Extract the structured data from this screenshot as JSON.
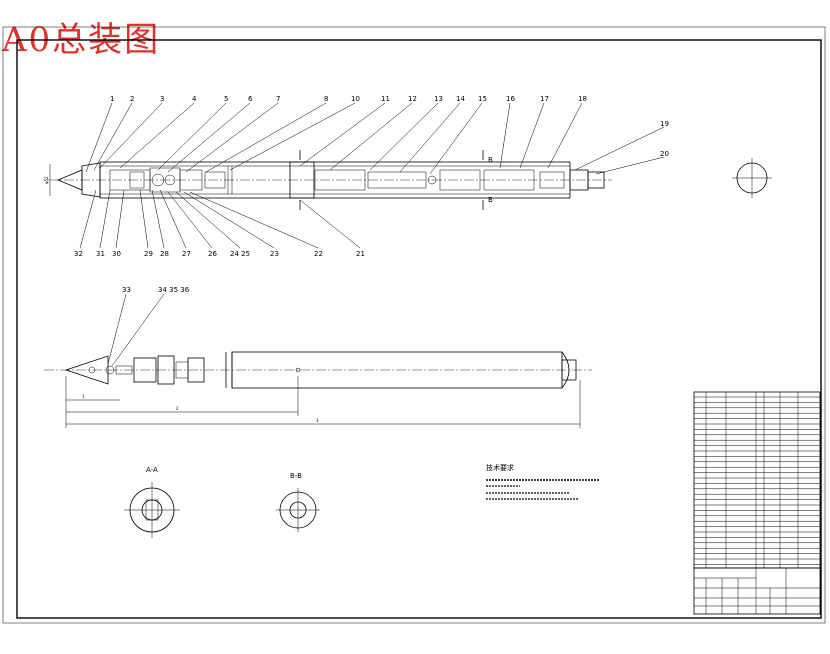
{
  "sheet": {
    "title": "A0总装图"
  },
  "main_view": {
    "top_balloons": [
      "1",
      "2",
      "3",
      "4",
      "5",
      "6",
      "7",
      "8",
      "10",
      "11",
      "12",
      "13",
      "14",
      "15",
      "16",
      "17",
      "18",
      "19",
      "20"
    ],
    "bottom_balloons": [
      "32",
      "31",
      "30",
      "29",
      "28",
      "27",
      "26",
      "24 25",
      "23",
      "22",
      "21"
    ],
    "section_marks": [
      "B",
      "B"
    ]
  },
  "second_view": {
    "balloons": [
      "33",
      "34 35 36"
    ]
  },
  "sections": {
    "a_label": "A-A",
    "b_label": "B-B"
  },
  "tech_notes": {
    "title": "技术要求"
  }
}
